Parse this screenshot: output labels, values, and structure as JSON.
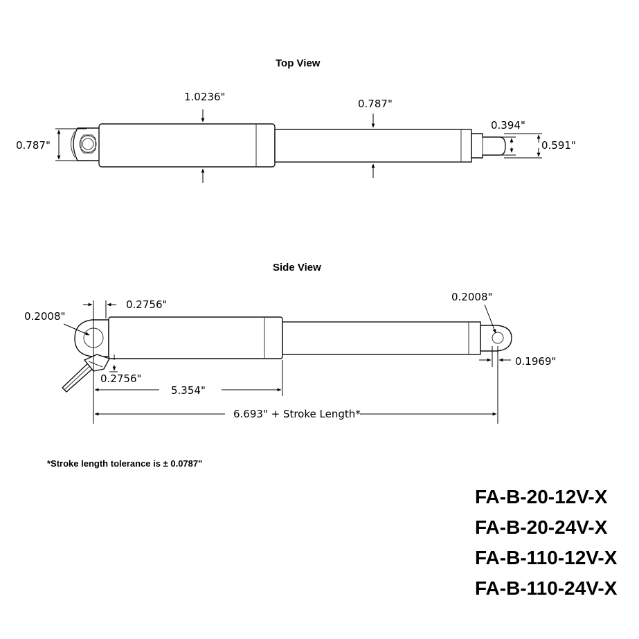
{
  "views": {
    "top": {
      "title": "Top View",
      "dims": {
        "housing_height": "0.787\"",
        "housing_width": "1.0236\"",
        "rod_width": "0.787\"",
        "clevis_inner": "0.394\"",
        "clevis_outer": "0.591\""
      }
    },
    "side": {
      "title": "Side View",
      "dims": {
        "rear_hole": "0.2008\"",
        "rear_offset": "0.2756\"",
        "rear_offset_vertical": "0.2756\"",
        "body_length": "5.354\"",
        "total_length": "6.693\" + Stroke Length*",
        "front_hole": "0.2008\"",
        "front_offset": "0.1969\""
      }
    }
  },
  "note": "*Stroke length tolerance is ± 0.0787\"",
  "models": [
    "FA-B-20-12V-X",
    "FA-B-20-24V-X",
    "FA-B-110-12V-X",
    "FA-B-110-24V-X"
  ]
}
